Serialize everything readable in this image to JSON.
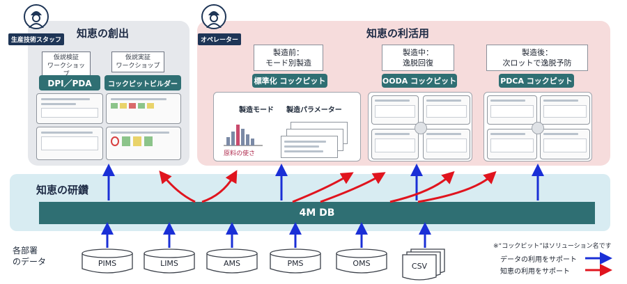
{
  "colors": {
    "teal": "#2f6f73",
    "data_arrow": "#1a2fd6",
    "knowledge_arrow": "#e0141e",
    "navy": "#1e3556"
  },
  "left_section": {
    "title": "知恵の創出",
    "role": "生産技術スタッフ",
    "labels": [
      "仮説検証\nワークショップ",
      "仮説実証\nワークショップ"
    ],
    "tools": [
      "DPI／PDA",
      "コックピットビルダー"
    ]
  },
  "right_section": {
    "title": "知恵の利活用",
    "role": "オペレーター",
    "phases": [
      {
        "label": "製造前：\nモード別製造",
        "tool": "標準化 コックピット"
      },
      {
        "label": "製造中：\n逸脱回復",
        "tool": "OODA コックピット"
      },
      {
        "label": "製造後：\n次ロットで逸脱予防",
        "tool": "PDCA コックピット"
      }
    ],
    "std_cockpit": {
      "mode_label": "製造モード",
      "param_label": "製造パラメーター",
      "material_label": "原料の使さ"
    }
  },
  "middle": {
    "title": "知恵の研鑽",
    "db_label": "4M DB"
  },
  "sources": {
    "label": "各部署\nのデータ",
    "items": [
      "PIMS",
      "LIMS",
      "AMS",
      "PMS",
      "OMS",
      "CSV"
    ]
  },
  "legend": {
    "note": "※“コックピット”はソリューション名です",
    "data_support": "データの利用をサポート",
    "knowledge_support": "知恵の利用をサポート"
  }
}
